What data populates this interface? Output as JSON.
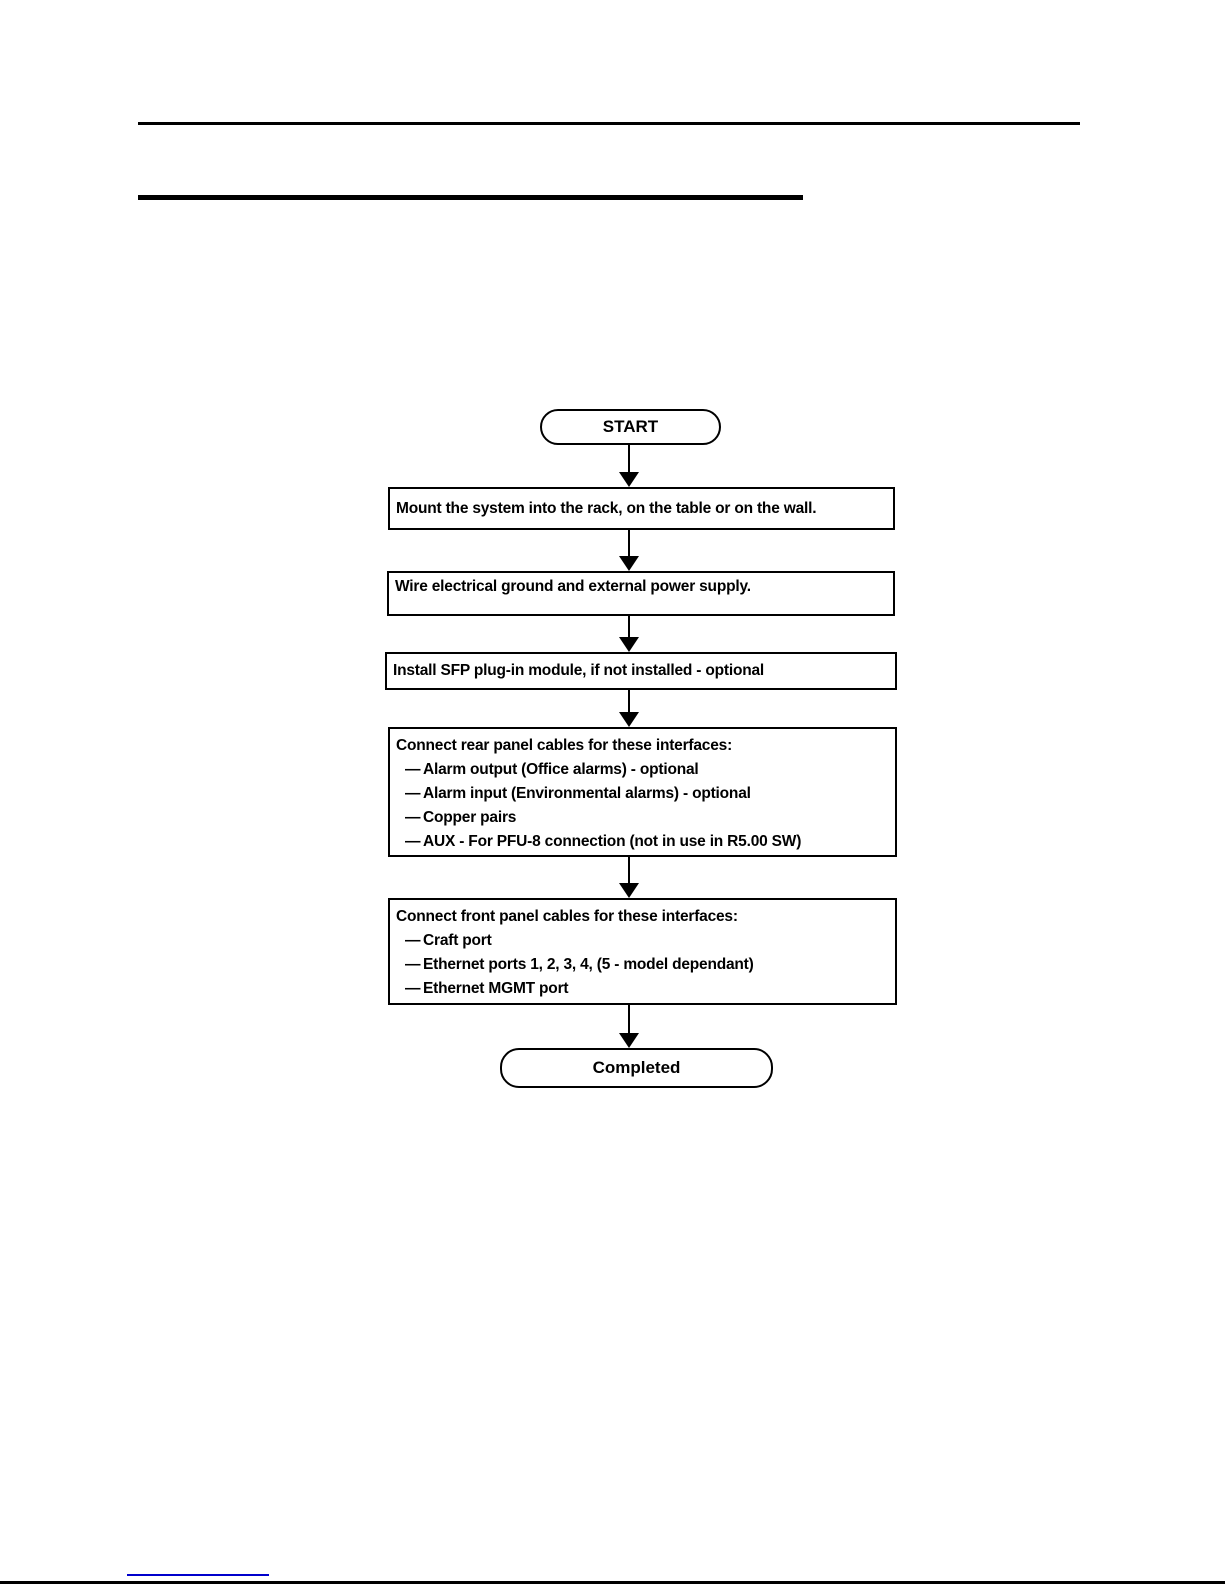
{
  "colors": {
    "stroke": "#000000",
    "link_underline": "#0000CC"
  },
  "flowchart": {
    "start_label": "START",
    "end_label": "Completed",
    "bullet_char": "—",
    "steps": [
      {
        "text": "Mount the system into the rack, on the table or on the wall."
      },
      {
        "text": "Wire electrical ground and external power supply."
      },
      {
        "text": "Install SFP plug-in module, if not installed - optional"
      },
      {
        "title": "Connect rear panel cables for these interfaces:",
        "items": [
          "Alarm output (Office alarms) - optional",
          "Alarm input (Environmental alarms) - optional",
          "Copper pairs",
          "AUX - For PFU-8 connection (not in use in R5.00 SW)"
        ]
      },
      {
        "title": "Connect front panel cables for these interfaces:",
        "items": [
          "Craft port",
          "Ethernet ports 1, 2, 3, 4, (5 - model dependant)",
          "Ethernet MGMT port"
        ]
      }
    ]
  }
}
